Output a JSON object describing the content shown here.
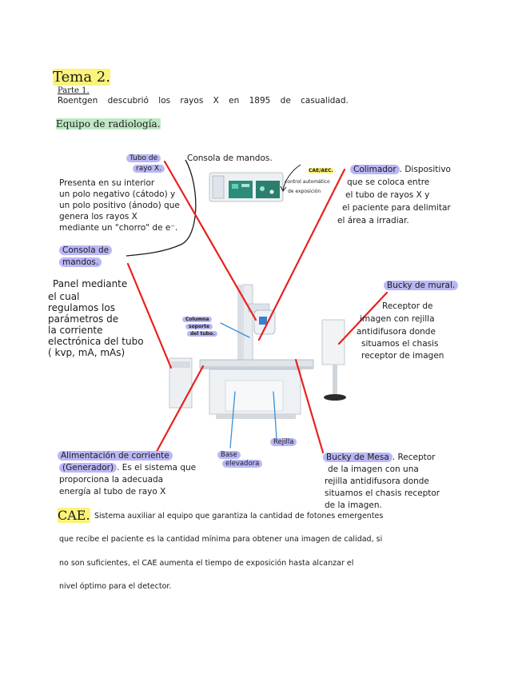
{
  "header": {
    "title": "Tema 2.",
    "part": "Parte 1.",
    "intro": "Roentgen descubrió los rayos X en 1895 de casualidad.",
    "section": "Equipo de radiología."
  },
  "labels": {
    "tubo_title_1": "Tubo de",
    "tubo_title_2": "rayo X.",
    "tubo_desc": [
      "Presenta en su interior",
      "un polo negativo (cátodo) y",
      "un polo positivo (ánodo) que",
      "genera los rayos X",
      "mediante un \"chorro\" de e⁻."
    ],
    "consola_top": "Consola de mandos.",
    "cae_badge": "CAE/AEC.",
    "cae_note": [
      "control automático",
      "de exposición"
    ],
    "colimador_title": "Colimador",
    "colimador_desc": [
      ". Dispositivo",
      "que se coloca entre",
      "el tubo de rayos X y",
      "el paciente para delimitar",
      "el área a irradiar."
    ],
    "consola_title_1": "Consola de",
    "consola_title_2": "mandos.",
    "consola_desc": [
      "Panel mediante",
      "el cual",
      "regulamos los",
      "parámetros de",
      "la corriente",
      "electrónica del tubo",
      "( kvp, mA, mAs)"
    ],
    "bucky_mural_title": "Bucky de mural.",
    "bucky_mural_desc": [
      "Receptor de",
      "imagen con rejilla",
      "antidifusora donde",
      "situamos el chasis",
      "receptor de imagen"
    ],
    "columna_title": [
      "Columna",
      "soporte",
      "del tubo."
    ],
    "rejilla": "Rejilla",
    "base_title": [
      "Base",
      "elevadora"
    ],
    "alimentacion_title_1": "Alimentación de corriente",
    "alimentacion_title_2": "(Generador)",
    "alimentacion_desc": [
      ". Es el sistema que",
      "proporciona la adecuada",
      "energía al tubo de rayo X"
    ],
    "bucky_mesa_title": "Bucky de Mesa",
    "bucky_mesa_desc": [
      ". Receptor",
      "de la imagen con una",
      "rejilla antidifusora donde",
      "situamos el chasis receptor",
      "de la imagen."
    ]
  },
  "cae_paragraph": {
    "title": "CAE.",
    "lines": [
      "Sistema auxiliar al equipo que garantiza la cantidad de fotones emergentes",
      "que recibe el paciente es la cantidad mínima para obtener una imagen de calidad, si",
      "no son suficientes, el CAE aumenta el tiempo de exposición hasta alcanzar el",
      "nivel óptimo para el detector."
    ]
  },
  "colors": {
    "highlight_yellow": "#fbf37a",
    "highlight_purple": "#b9b7f5",
    "highlight_green": "#bfe8c4",
    "pointer_red": "#e8211e",
    "pointer_blue": "#3a8fd6"
  }
}
